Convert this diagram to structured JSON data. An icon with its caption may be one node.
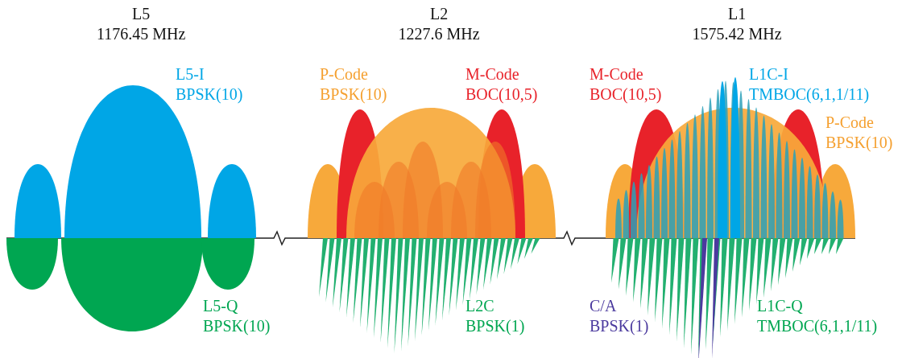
{
  "diagram": {
    "labels": [
      "L5 1176.45 MHz",
      "L2 1227.6 MHz",
      "L1 1575.42 MHz",
      "L5-I BPSK(10)",
      "P-Code BPSK(10)",
      "M-Code BOC(10,5)",
      "M-Code BOC(10,5)",
      "L1C-I TMBOC(6,1,1/11)",
      "P-Code BPSK(10)",
      "L5-Q BPSK(10)",
      "L2C BPSK(1)",
      "C/A BPSK(1)",
      "L1C-Q TMBOC(6,1,1/11)"
    ]
  }
}
